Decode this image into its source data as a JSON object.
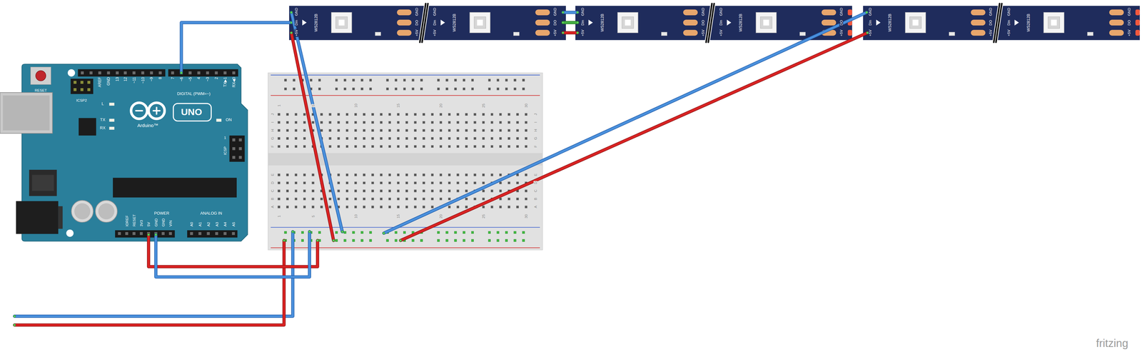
{
  "diagram": {
    "nodes": [
      {
        "text": [
          "+5V",
          "Din",
          "GND",
          "WS2812B",
          "+5V",
          "DO",
          "GND"
        ]
      },
      {
        "text": [
          "+5V",
          "Din",
          "GND",
          "WS2812B",
          "+5V",
          "DO",
          "GND"
        ]
      },
      {
        "text": [
          "+5V",
          "Din",
          "GND",
          "WS2812B",
          "+5V",
          "DO",
          "GND"
        ]
      },
      {
        "text": [
          "+5V",
          "Din",
          "GND",
          "WS2812B",
          "+5V",
          "DO",
          "GND"
        ]
      },
      {
        "text": [
          "+5V",
          "Din",
          "GND",
          "WS2812B",
          "+5V",
          "DO",
          "GND"
        ]
      },
      {
        "text": [
          "+5V",
          "Din",
          "GND",
          "WS2812B",
          "+5V",
          "DO",
          "GND"
        ]
      },
      {
        "text": [
          "RESET",
          "ICSP2",
          "AREF",
          "GND",
          "13",
          "12",
          "~11",
          "~10",
          "~9",
          "8",
          "7",
          "~6",
          "~5",
          "4",
          "~3",
          "2",
          "TX▶1",
          "RX◀0",
          "DIGITAL (PWM=~)",
          "L",
          "TX",
          "RX",
          "UNO",
          "Arduino™",
          "ON",
          "ICSP",
          "1",
          "IOREF",
          "RESET",
          "3V3",
          "5V",
          "GND",
          "GND",
          "VIN",
          "POWER",
          "ANALOG IN",
          "A0",
          "A1",
          "A2",
          "A3",
          "A4",
          "A5"
        ]
      },
      {
        "text": [
          "1",
          "5",
          "10",
          "15",
          "20",
          "25",
          "30",
          "1",
          "5",
          "10",
          "15",
          "20",
          "25",
          "30",
          "J",
          "I",
          "H",
          "G",
          "F",
          "E",
          "D",
          "C",
          "B",
          "A",
          "J",
          "I",
          "H",
          "G",
          "F",
          "E",
          "D",
          "C",
          "B",
          "A"
        ]
      }
    ],
    "edges": [
      {
        "from": 6,
        "to": 0,
        "arrow": "none"
      },
      {
        "from": 0,
        "to": 7,
        "arrow": "none"
      },
      {
        "from": 0,
        "to": 7,
        "arrow": "none"
      },
      {
        "from": 7,
        "to": 4,
        "arrow": "none"
      },
      {
        "from": 7,
        "to": 4,
        "arrow": "none"
      },
      {
        "from": 6,
        "to": 7,
        "arrow": "none"
      },
      {
        "from": 6,
        "to": 7,
        "arrow": "none"
      },
      {
        "from": 1,
        "to": 2,
        "arrow": "none"
      },
      {
        "from": 1,
        "to": 2,
        "arrow": "none"
      },
      {
        "from": 1,
        "to": 2,
        "arrow": "none"
      }
    ],
    "labels": [
      "fritzing"
    ]
  }
}
